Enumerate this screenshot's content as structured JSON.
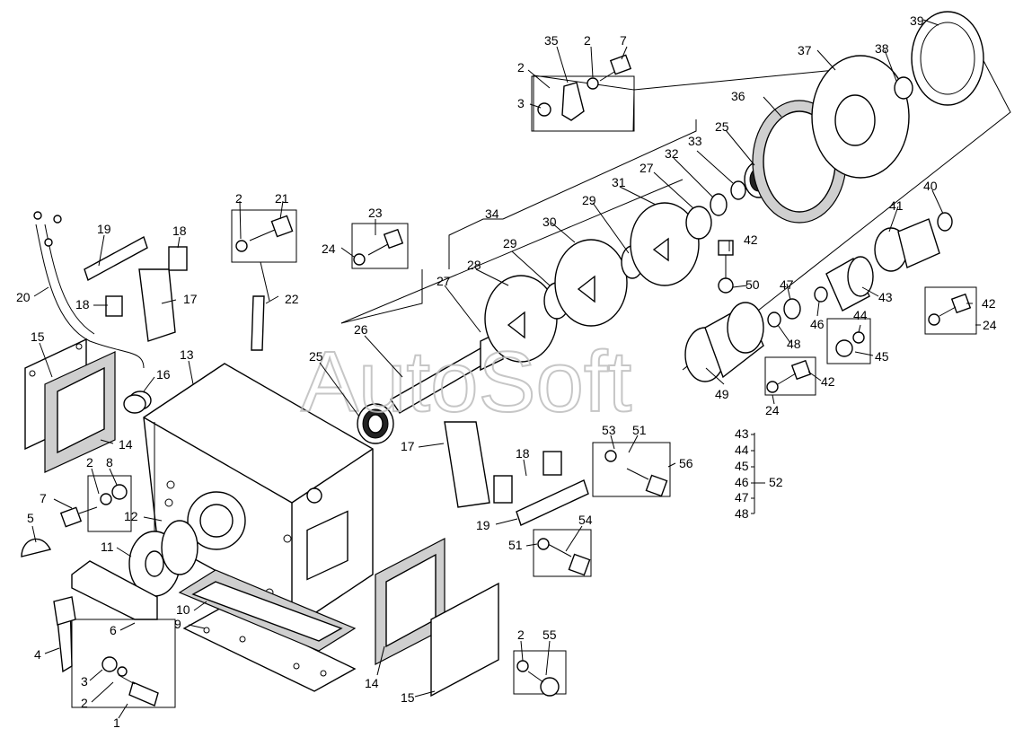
{
  "watermark": "AutoSoft",
  "labels": [
    {
      "id": "l39",
      "text": "39"
    },
    {
      "id": "l37",
      "text": "37"
    },
    {
      "id": "l38",
      "text": "38"
    },
    {
      "id": "l36",
      "text": "36"
    },
    {
      "id": "l35",
      "text": "35"
    },
    {
      "id": "l2a",
      "text": "2"
    },
    {
      "id": "l7a",
      "text": "7"
    },
    {
      "id": "l2b",
      "text": "2"
    },
    {
      "id": "l3a",
      "text": "3"
    },
    {
      "id": "l33",
      "text": "33"
    },
    {
      "id": "l25a",
      "text": "25"
    },
    {
      "id": "l32",
      "text": "32"
    },
    {
      "id": "l27a",
      "text": "27"
    },
    {
      "id": "l31",
      "text": "31"
    },
    {
      "id": "l29a",
      "text": "29"
    },
    {
      "id": "l30",
      "text": "30"
    },
    {
      "id": "l29b",
      "text": "29"
    },
    {
      "id": "l28",
      "text": "28"
    },
    {
      "id": "l27b",
      "text": "27"
    },
    {
      "id": "l34",
      "text": "34"
    },
    {
      "id": "l23",
      "text": "23"
    },
    {
      "id": "l24a",
      "text": "24"
    },
    {
      "id": "l2c",
      "text": "2"
    },
    {
      "id": "l21",
      "text": "21"
    },
    {
      "id": "l22",
      "text": "22"
    },
    {
      "id": "l19a",
      "text": "19"
    },
    {
      "id": "l18a",
      "text": "18"
    },
    {
      "id": "l18b",
      "text": "18"
    },
    {
      "id": "l17a",
      "text": "17"
    },
    {
      "id": "l20",
      "text": "20"
    },
    {
      "id": "l40",
      "text": "40"
    },
    {
      "id": "l41",
      "text": "41"
    },
    {
      "id": "l42a",
      "text": "42"
    },
    {
      "id": "l47",
      "text": "47"
    },
    {
      "id": "l50",
      "text": "50"
    },
    {
      "id": "l43",
      "text": "43"
    },
    {
      "id": "l42b",
      "text": "42"
    },
    {
      "id": "l24b",
      "text": "24"
    },
    {
      "id": "l46",
      "text": "46"
    },
    {
      "id": "l44",
      "text": "44"
    },
    {
      "id": "l48",
      "text": "48"
    },
    {
      "id": "l45",
      "text": "45"
    },
    {
      "id": "l26",
      "text": "26"
    },
    {
      "id": "l25b",
      "text": "25"
    },
    {
      "id": "l49",
      "text": "49"
    },
    {
      "id": "l42c",
      "text": "42"
    },
    {
      "id": "l24c",
      "text": "24"
    },
    {
      "id": "l15a",
      "text": "15"
    },
    {
      "id": "l16",
      "text": "16"
    },
    {
      "id": "l13",
      "text": "13"
    },
    {
      "id": "l14a",
      "text": "14"
    },
    {
      "id": "l2d",
      "text": "2"
    },
    {
      "id": "l8",
      "text": "8"
    },
    {
      "id": "l7b",
      "text": "7"
    },
    {
      "id": "l12",
      "text": "12"
    },
    {
      "id": "l5",
      "text": "5"
    },
    {
      "id": "l11",
      "text": "11"
    },
    {
      "id": "l10",
      "text": "10"
    },
    {
      "id": "l9",
      "text": "9"
    },
    {
      "id": "l6",
      "text": "6"
    },
    {
      "id": "l4",
      "text": "4"
    },
    {
      "id": "l3b",
      "text": "3"
    },
    {
      "id": "l2e",
      "text": "2"
    },
    {
      "id": "l1",
      "text": "1"
    },
    {
      "id": "l17b",
      "text": "17"
    },
    {
      "id": "l18c",
      "text": "18"
    },
    {
      "id": "l53",
      "text": "53"
    },
    {
      "id": "l51a",
      "text": "51"
    },
    {
      "id": "l56",
      "text": "56"
    },
    {
      "id": "l19b",
      "text": "19"
    },
    {
      "id": "l51b",
      "text": "51"
    },
    {
      "id": "l54",
      "text": "54"
    },
    {
      "id": "l14b",
      "text": "14"
    },
    {
      "id": "l15b",
      "text": "15"
    },
    {
      "id": "l2f",
      "text": "2"
    },
    {
      "id": "l55",
      "text": "55"
    }
  ],
  "legend": {
    "items": [
      "43",
      "44",
      "45",
      "46",
      "47",
      "48"
    ],
    "result": "52"
  }
}
